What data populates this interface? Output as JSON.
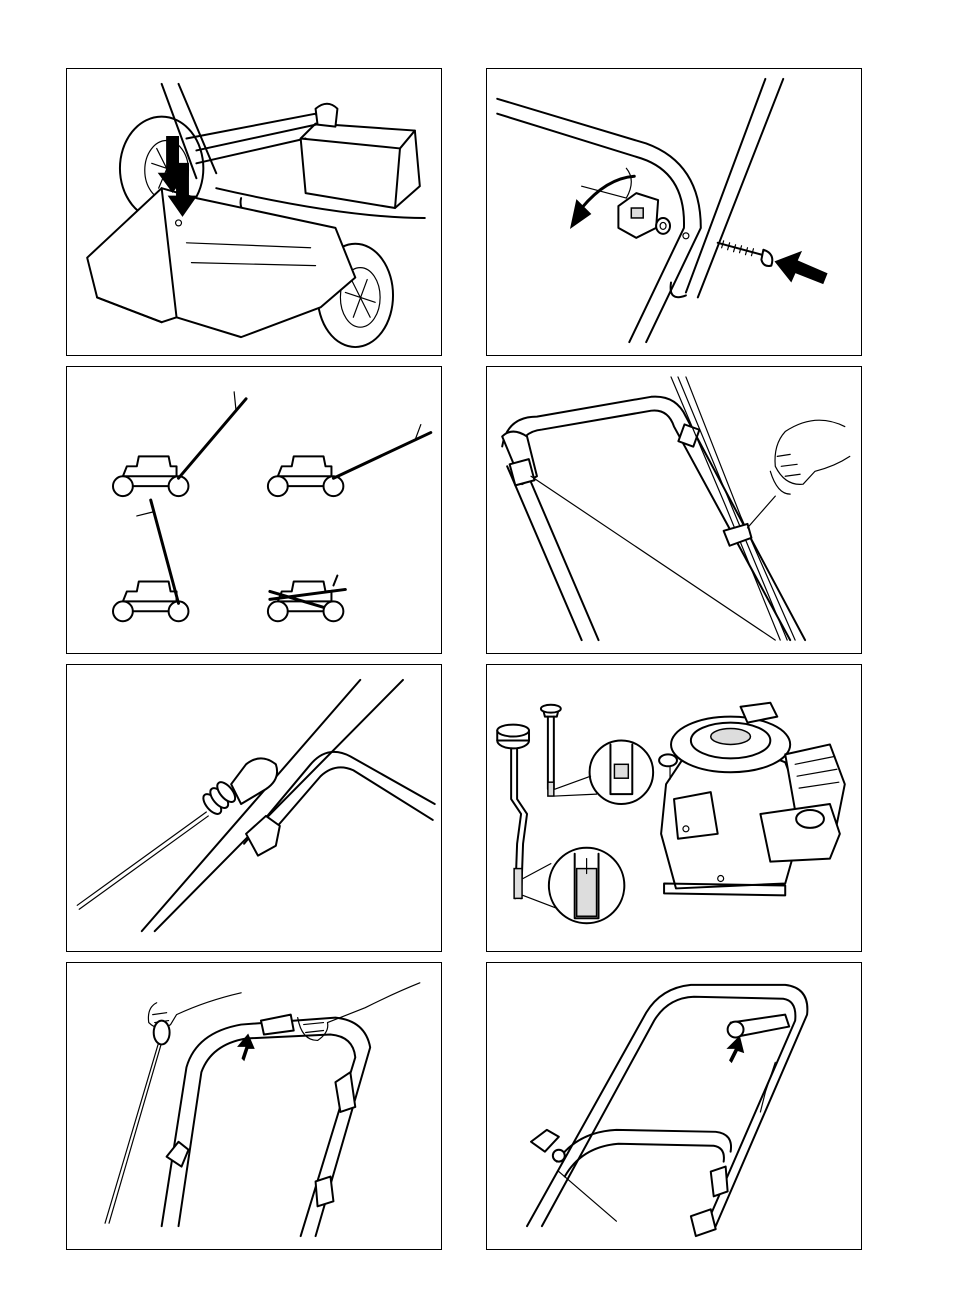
{
  "page": {
    "panels": [
      {
        "id": "p1",
        "subject": "grass-bag-attachment"
      },
      {
        "id": "p2",
        "subject": "handle-bolt-knob"
      },
      {
        "id": "p3",
        "subject": "handle-height-positions"
      },
      {
        "id": "p4",
        "subject": "cable-clip-fitting"
      },
      {
        "id": "p5",
        "subject": "starter-cord-guide"
      },
      {
        "id": "p6",
        "subject": "oil-dipstick-engine"
      },
      {
        "id": "p7",
        "subject": "starting-handle-control"
      },
      {
        "id": "p8",
        "subject": "handle-control-bar"
      }
    ]
  }
}
